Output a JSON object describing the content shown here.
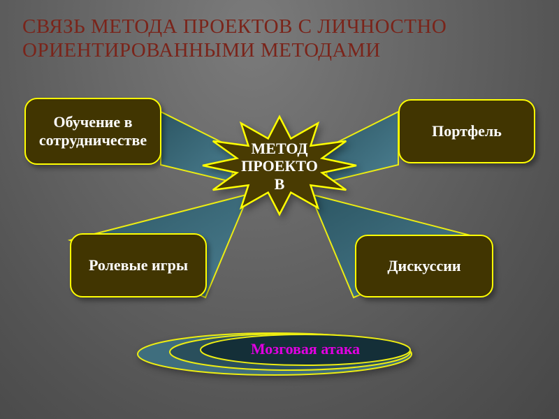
{
  "slide": {
    "title": {
      "line1": "СВЯЗЬ МЕТОДА ПРОЕКТОВ С ЛИЧНОСТНО",
      "line2": "ОРИЕНТИРОВАННЫМИ МЕТОДАМИ"
    },
    "center": {
      "label": "МЕТОД ПРОЕКТОВ"
    },
    "nodes": [
      {
        "id": "cooperative-learning",
        "label": "Обучение в сотрудничестве"
      },
      {
        "id": "portfolio",
        "label": "Портфель"
      },
      {
        "id": "role-games",
        "label": "Ролевые игры"
      },
      {
        "id": "discussions",
        "label": "Дискуссии"
      }
    ],
    "footer": {
      "label": "Мозговая атака"
    },
    "colors": {
      "title_text": "#7a241a",
      "node_fill": "#413501",
      "node_border": "#ffff00",
      "node_text": "#ffffff",
      "star_fill": "#493b02",
      "beam_fill": "#3e6b7a",
      "ellipse_outer_fill": "#3f6e7e",
      "ellipse_mid_fill": "#2a4f5c",
      "ellipse_inner_fill": "#142f38",
      "footer_text": "#e100e1"
    }
  }
}
